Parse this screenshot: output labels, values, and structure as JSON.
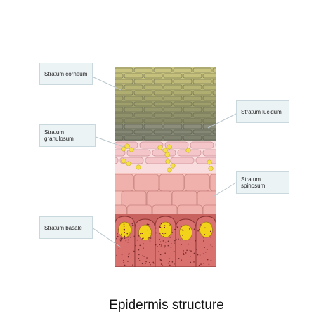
{
  "title": "Epidermis structure",
  "labels": {
    "stratum_corneum": "Stratum corneum",
    "stratum_lucidum": "Stratum lucidum",
    "stratum_granulosum": "Stratum granulosum",
    "stratum_spinosum": "Stratum spinosum",
    "stratum_basale": "Stratum basale"
  },
  "colors": {
    "corneum": "#c8c47e",
    "lucidum": "#8f917e",
    "granulosum": "#f4c6c9",
    "spinosum": "#f0b1ac",
    "basale": "#d9716e",
    "nucleus": "#f3d21a",
    "label_bg": "#ecf3f5"
  }
}
